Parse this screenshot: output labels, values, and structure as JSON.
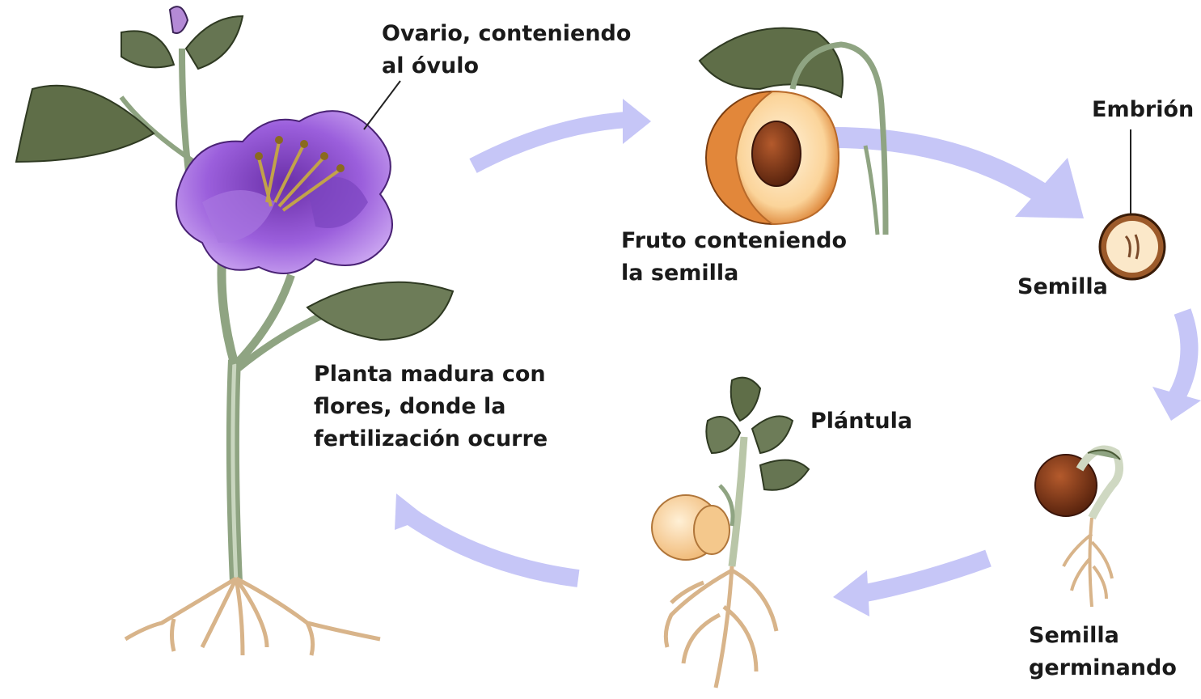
{
  "labels": {
    "ovary": [
      "Ovario, conteniendo",
      "al óvulo"
    ],
    "fruit": [
      "Fruto conteniendo",
      "la semilla"
    ],
    "embryo": "Embrión",
    "seed": "Semilla",
    "germinating": [
      "Semilla",
      "germinando"
    ],
    "seedling": "Plántula",
    "mature_plant": [
      "Planta madura con",
      "flores, donde la",
      "fertilización ocurre"
    ]
  },
  "colors": {
    "arrow": "#c6c6f7",
    "flower": "#9a5bd6",
    "leaf": "#5f6e48",
    "stem": "#8aa07c",
    "root": "#d8b48a",
    "fruit_flesh": "#f6c98c",
    "seed": "#7b3a1c"
  }
}
